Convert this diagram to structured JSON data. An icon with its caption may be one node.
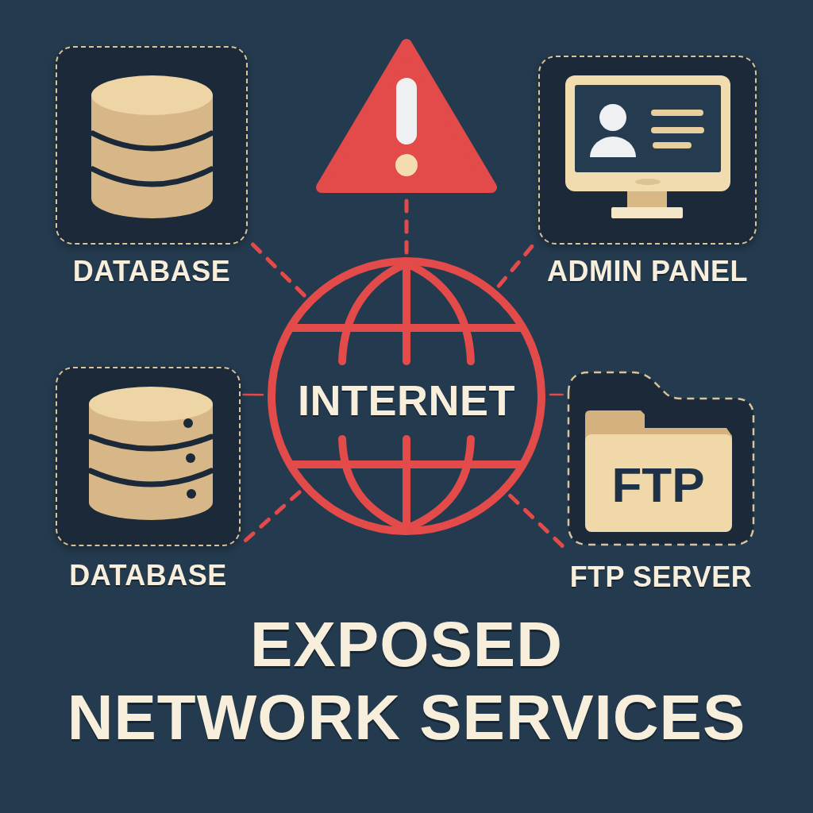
{
  "diagram": {
    "title": "EXPOSED NETWORK SERVICES",
    "nodes": [
      {
        "text": [
          "DATABASE"
        ]
      },
      {
        "text": [],
        "shape": "triangle"
      },
      {
        "text": [
          "ADMIN PANEL"
        ]
      },
      {
        "text": [
          "INTERNET"
        ]
      },
      {
        "text": [
          "DATABASE"
        ]
      },
      {
        "text": [
          "FTP",
          "FTP SERVER"
        ]
      }
    ],
    "edges": [
      {
        "from": 3,
        "to": 0,
        "arrow": "none",
        "style": "dashed"
      },
      {
        "from": 3,
        "to": 1,
        "arrow": "none",
        "style": "dashed"
      },
      {
        "from": 3,
        "to": 2,
        "arrow": "none",
        "style": "dashed"
      },
      {
        "from": 3,
        "to": 4,
        "arrow": "none"
      },
      {
        "from": 3,
        "to": 5,
        "arrow": "none"
      },
      {
        "from": 3,
        "to": 4,
        "arrow": "none",
        "style": "dashed"
      },
      {
        "from": 3,
        "to": 5,
        "arrow": "none",
        "style": "dashed"
      }
    ]
  }
}
